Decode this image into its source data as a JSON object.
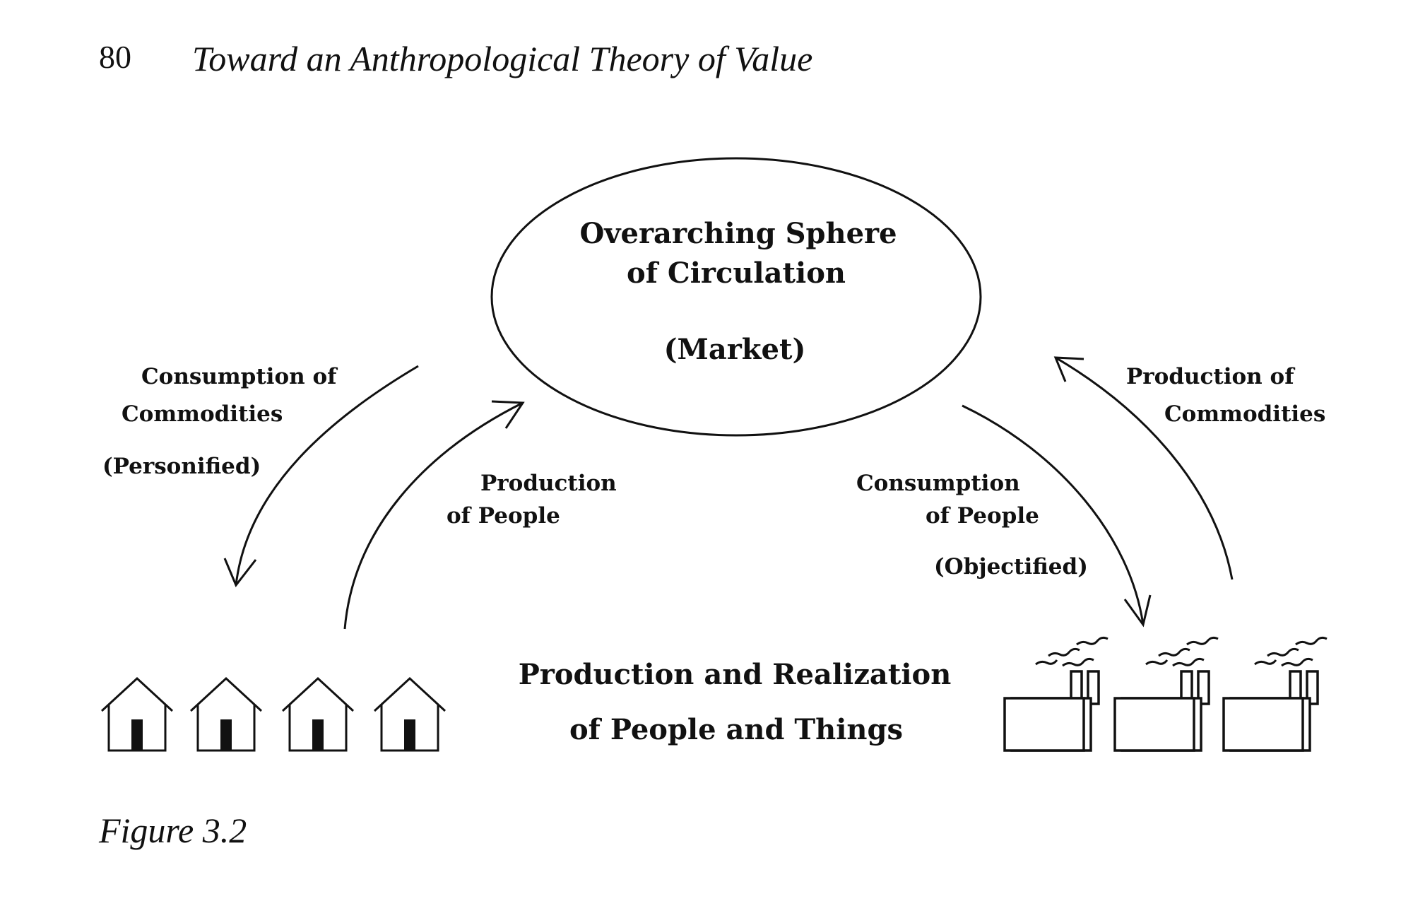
{
  "header": {
    "page_number": "80",
    "book_title": "Toward an Anthropological Theory of Value"
  },
  "diagram": {
    "market_ellipse": {
      "title_line1": "Overarching Sphere",
      "title_line2": "of Circulation",
      "subtitle": "(Market)"
    },
    "left_outer_arrow": {
      "line1": "Consumption of",
      "line2": "Commodities",
      "qualifier": "(Personified)"
    },
    "left_inner_arrow": {
      "line1": "Production",
      "line2": "of People"
    },
    "right_inner_arrow": {
      "line1": "Consumption",
      "line2": "of People",
      "qualifier": "(Objectified)"
    },
    "right_outer_arrow": {
      "line1": "Production of",
      "line2": "Commodities"
    },
    "bottom_center": {
      "line1": "Production and Realization",
      "line2": "of People and Things"
    },
    "icons": {
      "houses": [
        "house-icon",
        "house-icon",
        "house-icon",
        "house-icon"
      ],
      "factories": [
        "factory-icon",
        "factory-icon",
        "factory-icon"
      ]
    }
  },
  "caption": "Figure 3.2"
}
